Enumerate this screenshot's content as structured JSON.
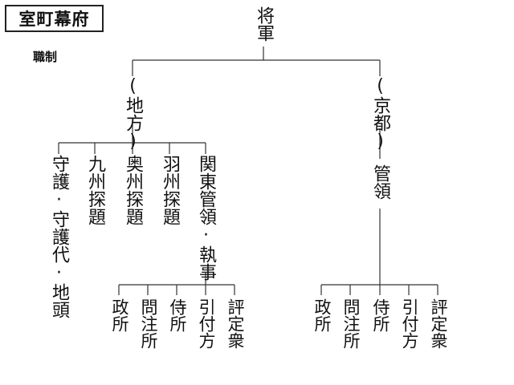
{
  "title": "室町幕府",
  "subtitle": "職制",
  "nodes": {
    "shogun": "将軍",
    "chiho": "(地方)",
    "kyoto": "(京都)",
    "kanrei": "管領",
    "shugo": "守護·守護代·地頭",
    "kyushu": "九州探題",
    "oshu": "奥州探題",
    "ushu": "羽州探題",
    "kanto": "関東管領·執事",
    "left_offices": [
      "政所",
      "問注所",
      "侍所",
      "引付方",
      "評定衆"
    ],
    "right_offices": [
      "政所",
      "問注所",
      "侍所",
      "引付方",
      "評定衆"
    ]
  }
}
